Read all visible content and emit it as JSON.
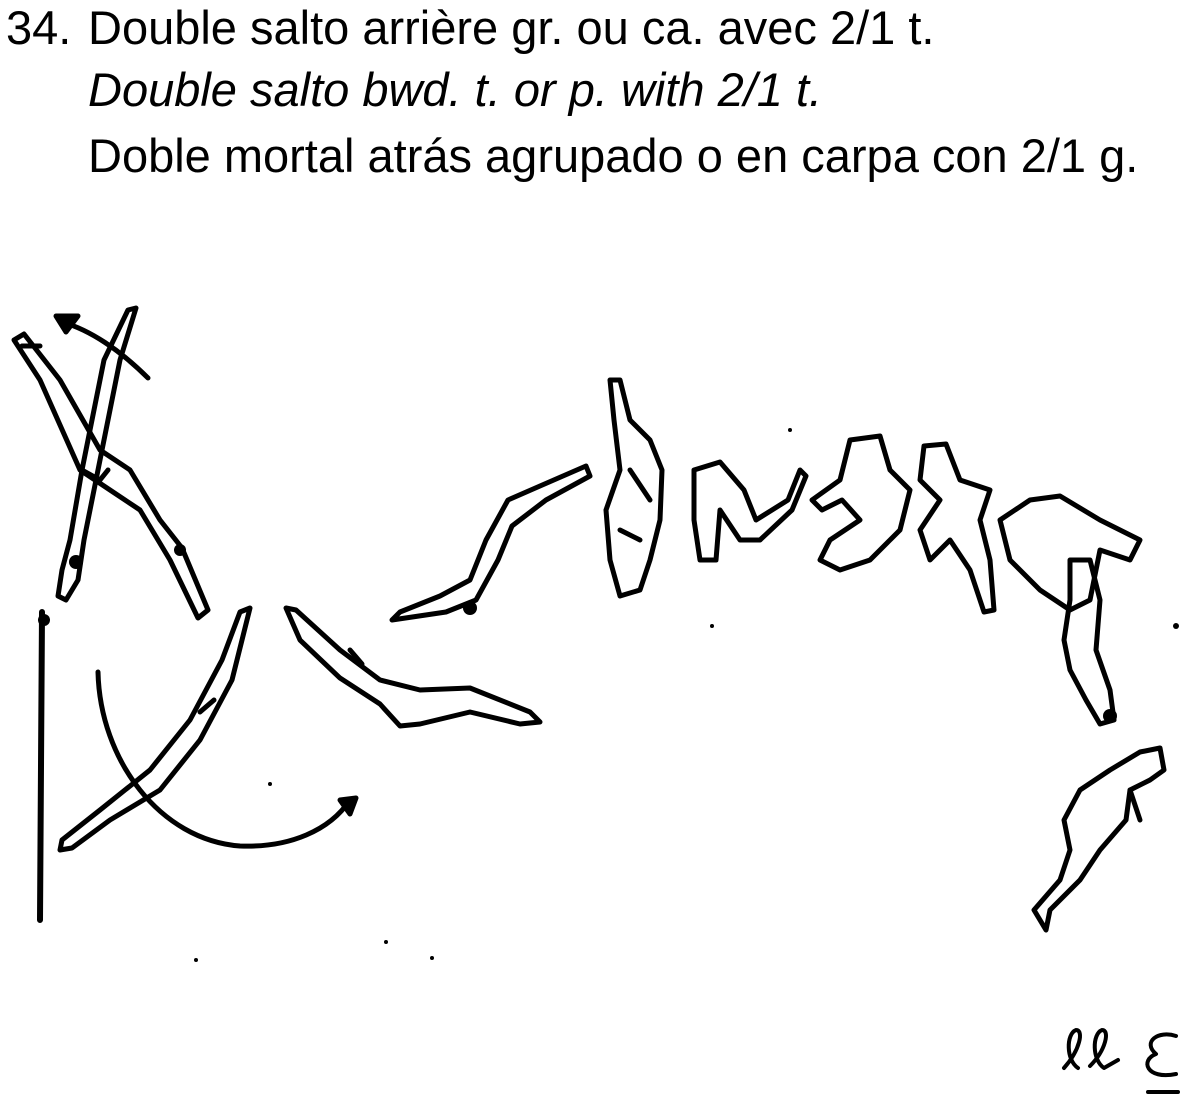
{
  "element": {
    "number": "34.",
    "title_fr": "Double salto arrière gr. ou ca. avec 2/1 t.",
    "title_en": "Double salto bwd. t. or p. with 2/1 t.",
    "title_es": "Doble mortal atrás agrupado o en carpa con 2/1 g."
  },
  "colors": {
    "ink": "#000000",
    "background": "#ffffff"
  },
  "illustration": {
    "icon": "gymnast-double-salto-sequence-icon",
    "signature_icon": "artist-signature-icon",
    "signature_text": "ll"
  }
}
